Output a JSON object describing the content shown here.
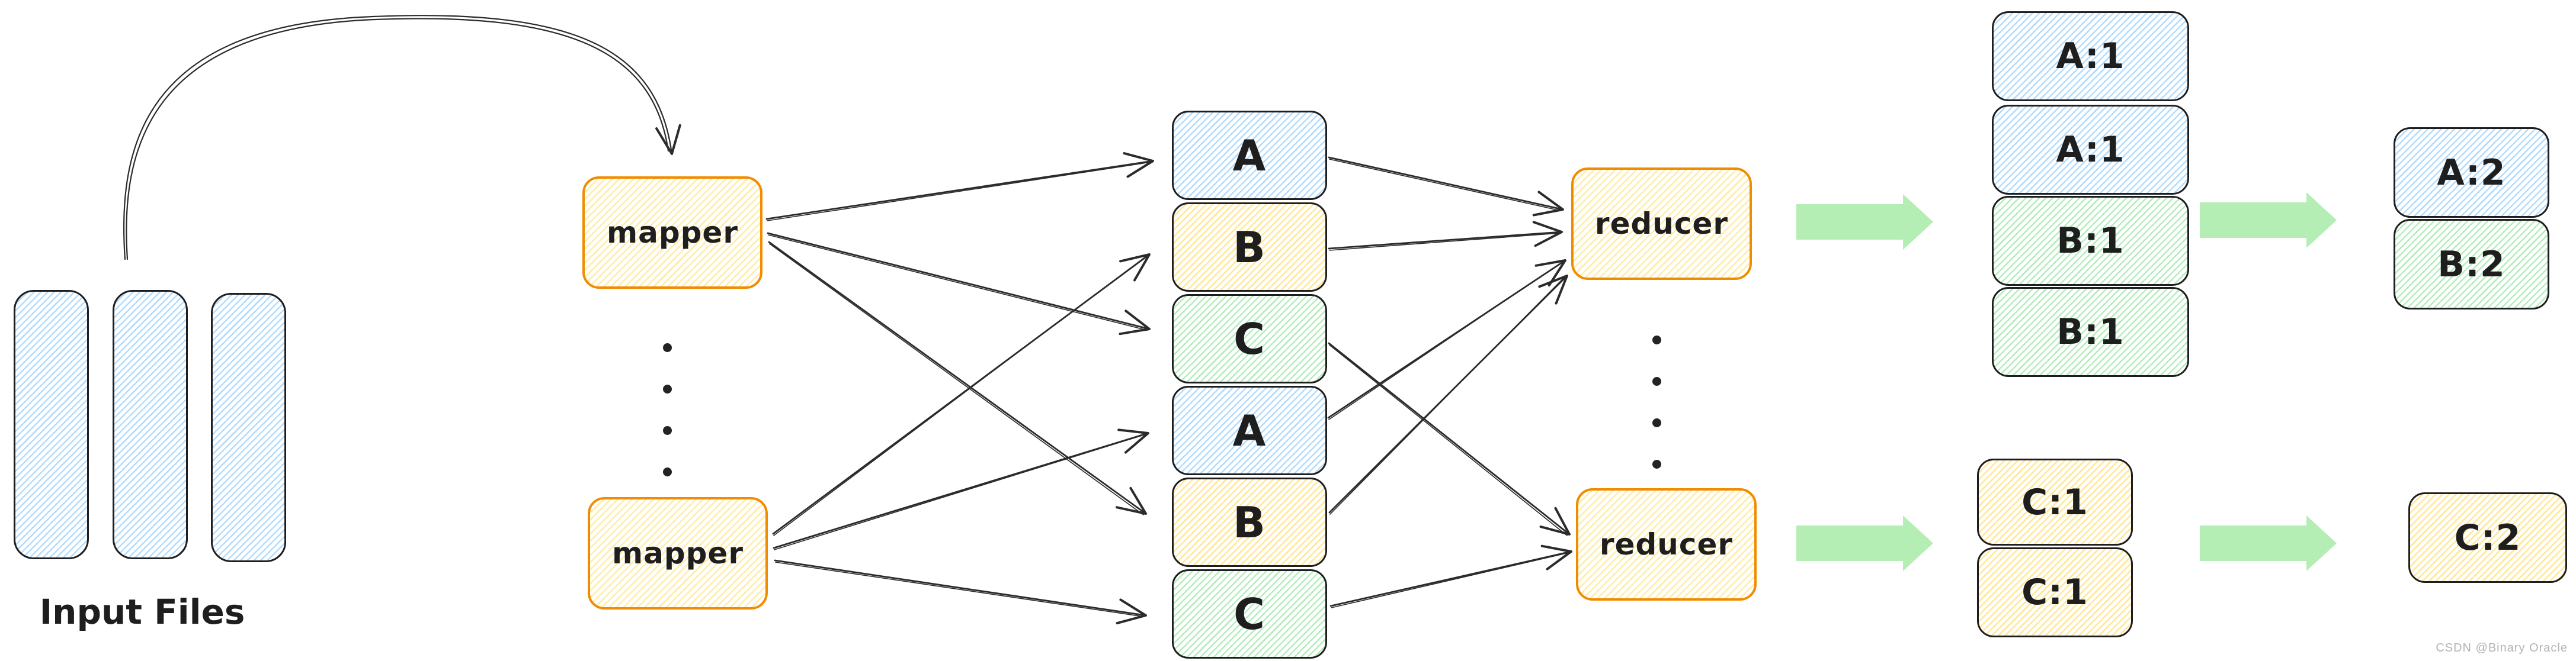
{
  "diagram": {
    "input_label": "Input Files",
    "input_file_count": 3,
    "mappers": [
      {
        "label": "mapper"
      },
      {
        "label": "mapper"
      }
    ],
    "shuffle": [
      {
        "label": "A",
        "color": "blue"
      },
      {
        "label": "B",
        "color": "yellow"
      },
      {
        "label": "C",
        "color": "green"
      },
      {
        "label": "A",
        "color": "blue"
      },
      {
        "label": "B",
        "color": "yellow"
      },
      {
        "label": "C",
        "color": "green"
      }
    ],
    "reducers": [
      {
        "label": "reducer"
      },
      {
        "label": "reducer"
      }
    ],
    "grouped": [
      {
        "label": "A:1",
        "color": "blue"
      },
      {
        "label": "A:1",
        "color": "blue"
      },
      {
        "label": "B:1",
        "color": "green"
      },
      {
        "label": "B:1",
        "color": "green"
      },
      {
        "label": "C:1",
        "color": "yellow"
      },
      {
        "label": "C:1",
        "color": "yellow"
      }
    ],
    "final": [
      {
        "label": "A:2",
        "color": "blue"
      },
      {
        "label": "B:2",
        "color": "green"
      },
      {
        "label": "C:2",
        "color": "yellow"
      }
    ],
    "watermark": "CSDN @Binary Oracle",
    "colors": {
      "blue": "#74c0fc",
      "yellow": "#ffd43b",
      "green": "#69db7c",
      "process_border": "#f08c00",
      "ink": "#1e1e1e",
      "flow_arrow": "#b4eeb4",
      "watermark": "#b3b3b3"
    }
  }
}
